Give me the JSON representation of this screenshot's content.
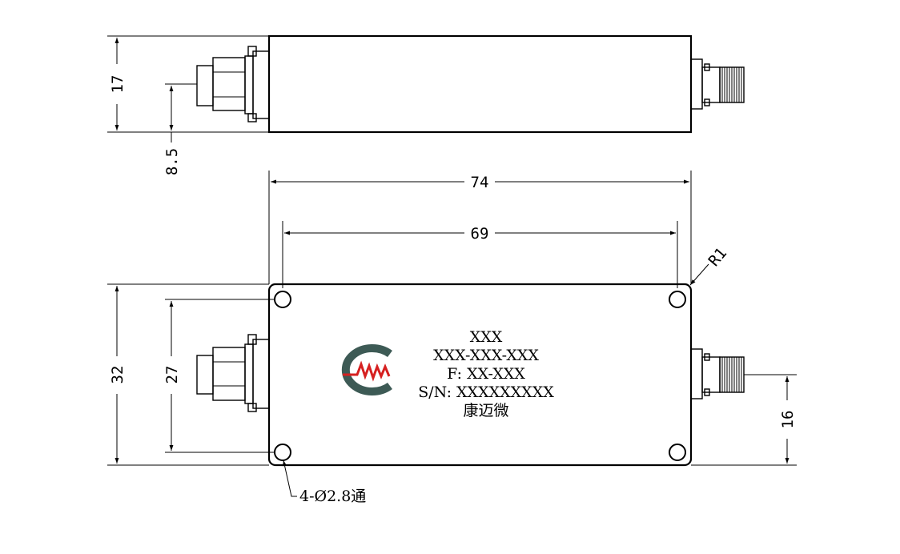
{
  "dimensions": {
    "top_height": "17",
    "top_offset": "8.5",
    "overall_length": "74",
    "hole_spacing_length": "69",
    "corner_radius": "R1",
    "overall_width": "32",
    "hole_spacing_width": "27",
    "output_offset": "16",
    "holes_note": "4-Ø2.8通"
  },
  "nameplate": {
    "line1": "XXX",
    "line2": "XXX-XXX-XXX",
    "line3": "F: XX-XXX",
    "line4": "S/N: XXXXXXXXX",
    "line5": "康迈微"
  },
  "colors": {
    "logo_ring": "#3d5a55",
    "logo_wave": "#d62020",
    "line": "#000000"
  }
}
